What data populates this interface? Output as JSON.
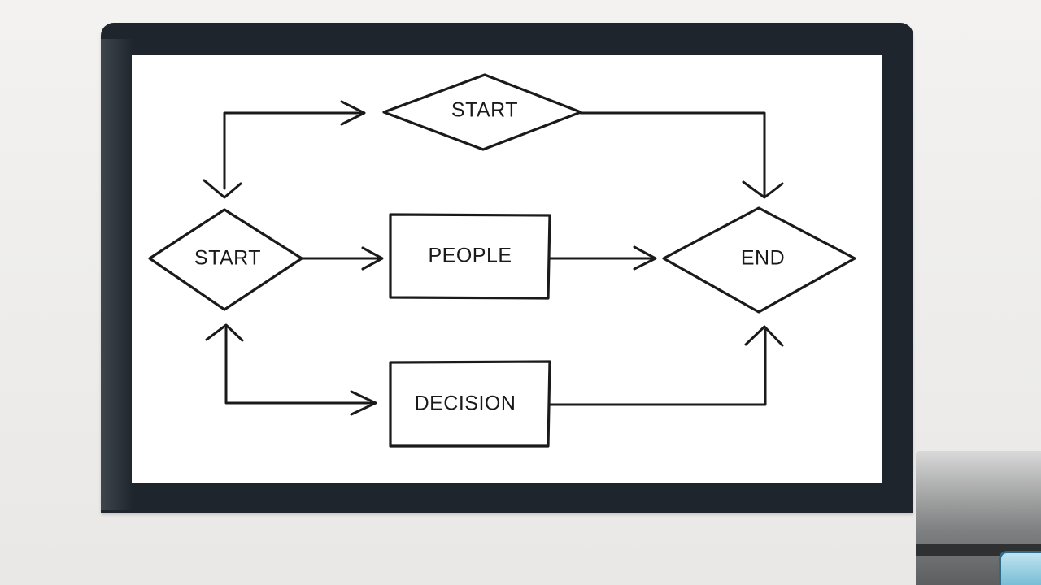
{
  "diagram": {
    "nodes": {
      "start_top": "START",
      "start_left": "START",
      "people": "PEOPLE",
      "end": "END",
      "decision": "DECISION"
    }
  },
  "colors": {
    "ink": "#1a1a1a",
    "screen": "#ffffff",
    "bezel": "#1f252c",
    "wall": "#efeeec"
  }
}
